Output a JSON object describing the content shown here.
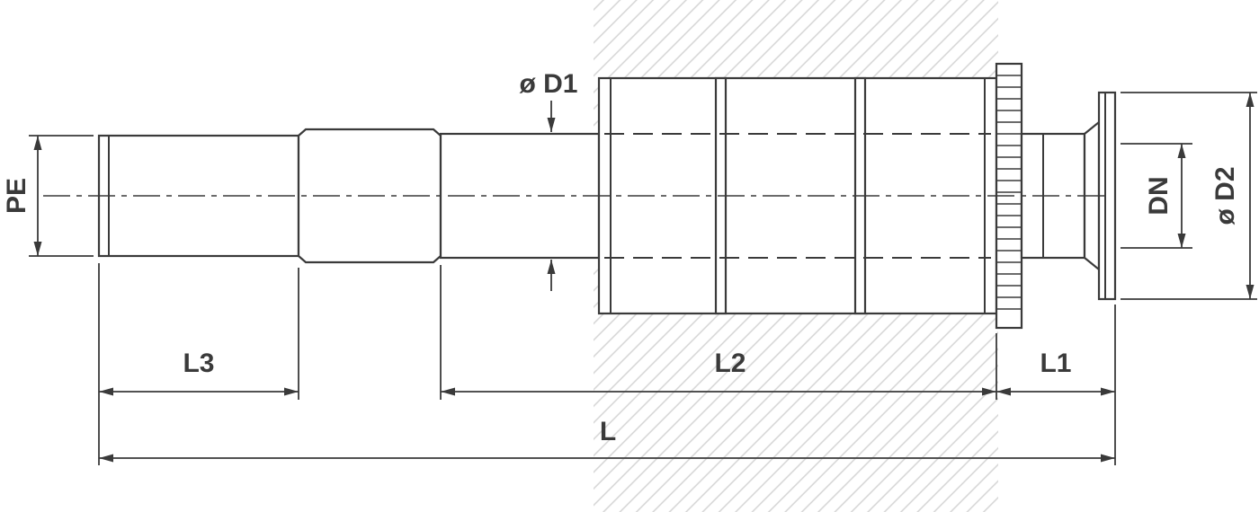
{
  "drawing": {
    "type": "technical-dimension-drawing",
    "labels": {
      "pe": "PE",
      "d1": "ø D1",
      "dn": "DN",
      "d2": "ø D2",
      "l3": "L3",
      "l2": "L2",
      "l1": "L1",
      "l": "L"
    },
    "colors": {
      "line": "#3a3a3a",
      "hatch": "#d4d4d4",
      "background": "#ffffff"
    }
  }
}
